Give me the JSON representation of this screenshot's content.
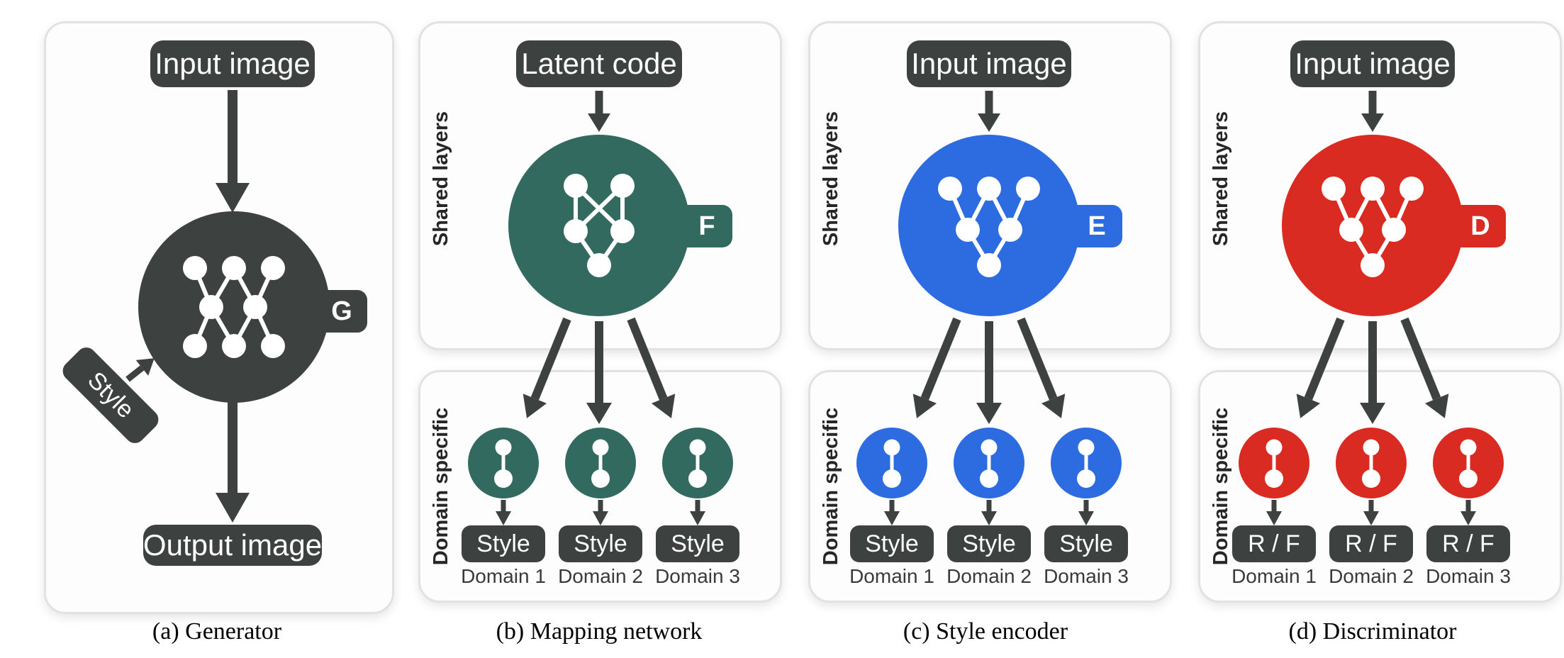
{
  "colors": {
    "dark_gray": "#3d4140",
    "teal": "#336a60",
    "blue": "#2d6ce0",
    "red": "#d92b21",
    "panel_border": "#e2e2e2",
    "sublabel_text": "#3a3a3a"
  },
  "panels": [
    {
      "caption": "(a) Generator",
      "module_letter": "G",
      "input_label": "Input image",
      "output_label": "Output image",
      "style_label": "Style",
      "color": "#3d4140"
    },
    {
      "caption": "(b) Mapping network",
      "module_letter": "F",
      "input_label": "Latent code",
      "shared_label": "Shared layers",
      "domain_label": "Domain specific",
      "outputs": [
        "Style",
        "Style",
        "Style"
      ],
      "domains": [
        "Domain 1",
        "Domain 2",
        "Domain 3"
      ],
      "color": "#336a60"
    },
    {
      "caption": "(c) Style encoder",
      "module_letter": "E",
      "input_label": "Input image",
      "shared_label": "Shared layers",
      "domain_label": "Domain specific",
      "outputs": [
        "Style",
        "Style",
        "Style"
      ],
      "domains": [
        "Domain 1",
        "Domain 2",
        "Domain 3"
      ],
      "color": "#2d6ce0"
    },
    {
      "caption": "(d) Discriminator",
      "module_letter": "D",
      "input_label": "Input image",
      "shared_label": "Shared layers",
      "domain_label": "Domain specific",
      "outputs": [
        "R / F",
        "R / F",
        "R / F"
      ],
      "domains": [
        "Domain 1",
        "Domain 2",
        "Domain 3"
      ],
      "color": "#d92b21"
    }
  ]
}
